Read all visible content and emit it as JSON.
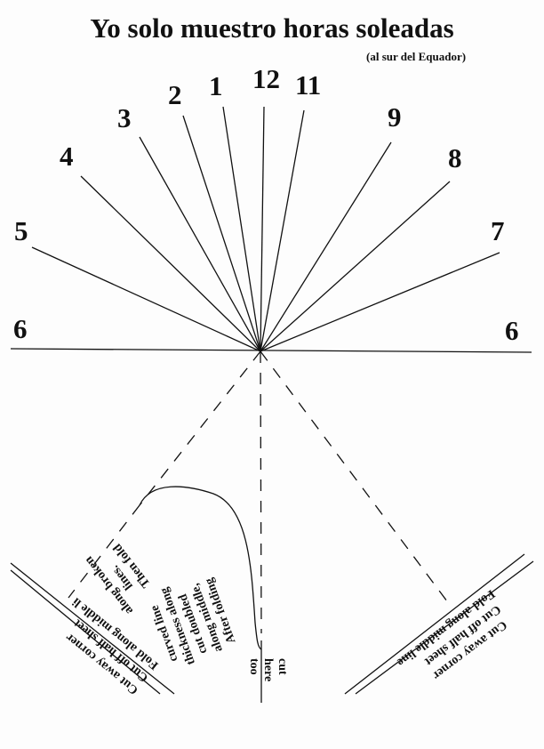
{
  "title": "Yo solo muestro horas soleadas",
  "subtitle": "(al sur del Equador)",
  "hours": {
    "h6_left": "6",
    "h5": "5",
    "h4": "4",
    "h3": "3",
    "h2": "2",
    "h1": "1",
    "h12": "12",
    "h11": "11",
    "h9": "9",
    "h8": "8",
    "h7": "7",
    "h6_right": "6"
  },
  "left_flap": {
    "line1": "Cut away corner",
    "line2": "Cut off half sheet",
    "line3": "Fold along middle li"
  },
  "right_flap": {
    "line1": "Cut away corner",
    "line2": "Cut off half sheet",
    "line3": "Fold along middle line"
  },
  "fold_note": {
    "line1": "along broken",
    "line2": "lines.",
    "line3": "Then fold"
  },
  "cut_note": {
    "line1": "curved line",
    "line2": "thickness along",
    "line3": "cut doubled",
    "line4": "along middle,",
    "line5": "After folding"
  },
  "cut_here": {
    "line1": "cut",
    "line2": "here",
    "line3": "too"
  }
}
